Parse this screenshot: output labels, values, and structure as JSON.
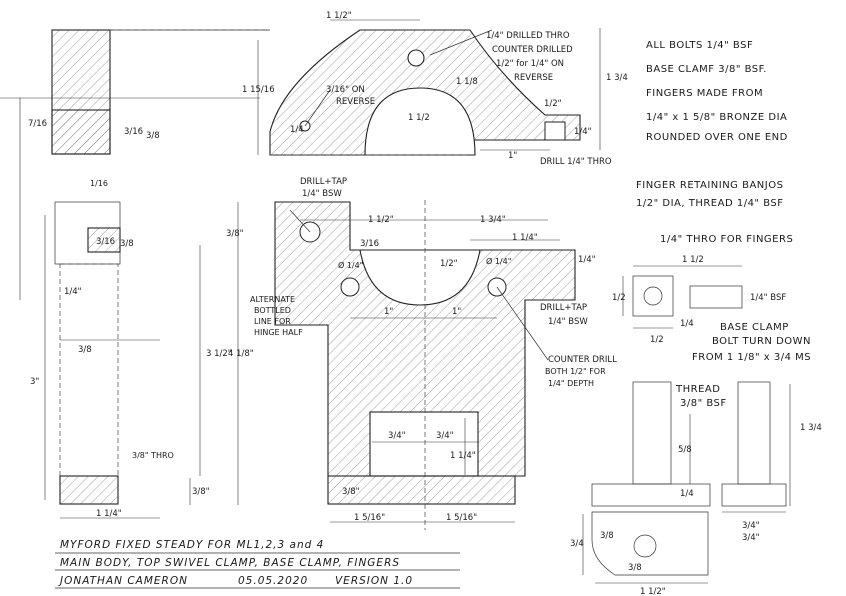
{
  "notes": {
    "all_bolts": "ALL BOLTS 1/4\" BSF",
    "base_clamp": "BASE CLAMF 3/8\" BSF.",
    "fingers_1": "FINGERS MADE FROM",
    "fingers_2": "1/4\" x 1 5/8\" BRONZE DIA",
    "fingers_3": "ROUNDED OVER ONE END",
    "banjos_1": "FINGER RETAINING BANJOS",
    "banjos_2": "1/2\" DIA, THREAD 1/4\" BSF",
    "thro_fingers": "1/4\" THRO FOR FINGERS",
    "base_clamp_title_1": "BASE CLAMP",
    "base_clamp_title_2": "BOLT TURN DOWN",
    "base_clamp_title_3": "FROM 1 1/8\" x 3/4 MS",
    "thread_1": "THREAD",
    "thread_2": "3/8\" BSF",
    "drilled_thro_1": "1/4\" DRILLED THRO",
    "drilled_thro_2": "COUNTER DRILLED",
    "drilled_thro_3": "1/2\" for 1/4\" ON",
    "drilled_thro_4": "REVERSE",
    "on_reverse_1": "3/16\" ON",
    "on_reverse_2": "REVERSE",
    "drill_thro": "DRILL 1/4\" THRO",
    "drill_tap_top_1": "DRILL+TAP",
    "drill_tap_top_2": "1/4\" BSW",
    "drill_tap_right_1": "DRILL+TAP",
    "drill_tap_right_2": "1/4\" BSW",
    "alternate_1": "ALTERNATE",
    "alternate_2": "BOTTLED",
    "alternate_3": "LINE FOR",
    "alternate_4": "HINGE HALF",
    "counter_drill_1": "COUNTER DRILL",
    "counter_drill_2": "BOTH 1/2\" FOR",
    "counter_drill_3": "1/4\" DEPTH",
    "thro_left": "3/8\" THRO",
    "bsf_quarter": "1/4\" BSF",
    "dia_left": "Ø 1/4\"",
    "dia_right": "Ø 1/4\""
  },
  "dimensions": {
    "top_width": "1 1/2\"",
    "top_height": "1 15/16",
    "top_one_eighth": "1 1/8",
    "top_half": "1 1/2",
    "top_quarter": "1/4",
    "top_one": "1\"",
    "top_right_half": "1/2\"",
    "top_right_quarter": "1/4\"",
    "top_right_tall": "1 3/4",
    "left_seven": "7/16",
    "left_three_a": "3/16",
    "left_three_b": "3/8",
    "left_sixteenth": "1/16",
    "mid_top_left": "1 1/2\"",
    "mid_top_right": "1 3/4\"",
    "mid_inner": "1 1/4\"",
    "mid_three": "3/8\"",
    "mid_three_sixteen": "3/16",
    "mid_quarter": "1/4\"",
    "mid_radius": "1/2\"",
    "mid_one_left": "1\"",
    "mid_one_right": "1\"",
    "mid_three_quarter_l": "3/4\"",
    "mid_three_quarter_r": "3/4\"",
    "mid_one_quarter": "1 1/4\"",
    "mid_bottom_left": "1 5/16\"",
    "mid_bottom_right": "1 5/16\"",
    "mid_bottom_three": "3/8\"",
    "overall_a": "3 1/2\"",
    "overall_b": "4 1/8\"",
    "left_three_inch": "3\"",
    "left_three_eighth": "3/8",
    "left_quarter": "1/4\"",
    "left_one_quarter": "1 1/4\"",
    "left_view_top": "3/16",
    "left_view_right": "3/8",
    "left_bottom_three": "3/8\"",
    "clamp_one_half": "1 1/2",
    "clamp_half_v": "1/2",
    "clamp_half_h": "1/2",
    "clamp_quarter": "1/4",
    "clamp_five_eighth": "5/8",
    "clamp_quarter_b": "1/4",
    "clamp_three_quarter": "3/4",
    "clamp_three_eighth_a": "3/8",
    "clamp_three_eighth_b": "3/8",
    "clamp_one_and_half": "1 1/2\"",
    "clamp_three_quarter_b": "3/4\"",
    "bolt_tall": "1 3/4",
    "bolt_width": "3/4\""
  },
  "title_block": {
    "line1": "MYFORD FIXED STEADY FOR ML1,2,3 and 4",
    "line2": "MAIN BODY, TOP SWIVEL CLAMP, BASE CLAMP, FINGERS",
    "line3_name": "JONATHAN CAMERON",
    "line3_date": "05.05.2020",
    "line3_version": "VERSION 1.0"
  }
}
